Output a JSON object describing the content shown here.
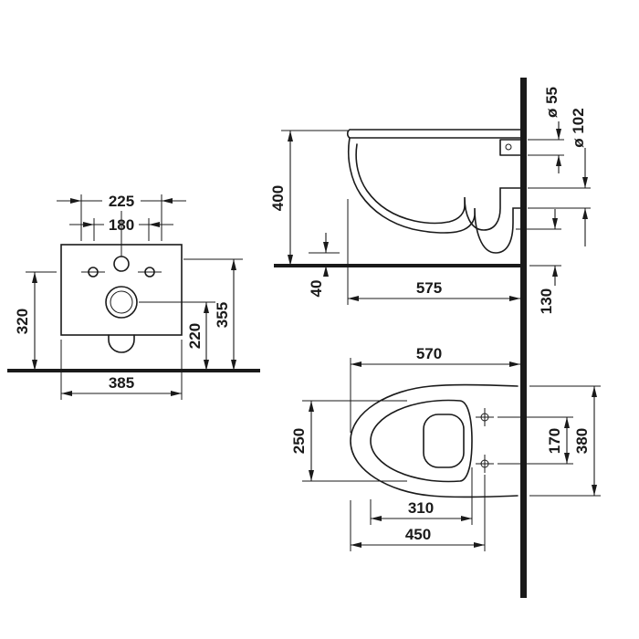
{
  "meta": {
    "background": "#ffffff",
    "line_color": "#1a1a1a"
  },
  "views": {
    "rear": {
      "dim_fixing_outer": "225",
      "dim_fixing_inner": "180",
      "dim_height_fixing": "320",
      "dim_height_drain": "220",
      "dim_height_plate": "355",
      "dim_width": "385"
    },
    "side": {
      "dim_height": "400",
      "dim_floor_gap": "40",
      "dim_depth": "575",
      "dim_back_height": "130",
      "dim_supply_diameter": "ø 55",
      "dim_outlet_diameter": "ø 102"
    },
    "plan": {
      "dim_depth": "570",
      "dim_bowl_width": "250",
      "dim_bowl_length": "310",
      "dim_fixing_depth": "450",
      "dim_fixing_spacing": "170",
      "dim_width": "380"
    }
  }
}
